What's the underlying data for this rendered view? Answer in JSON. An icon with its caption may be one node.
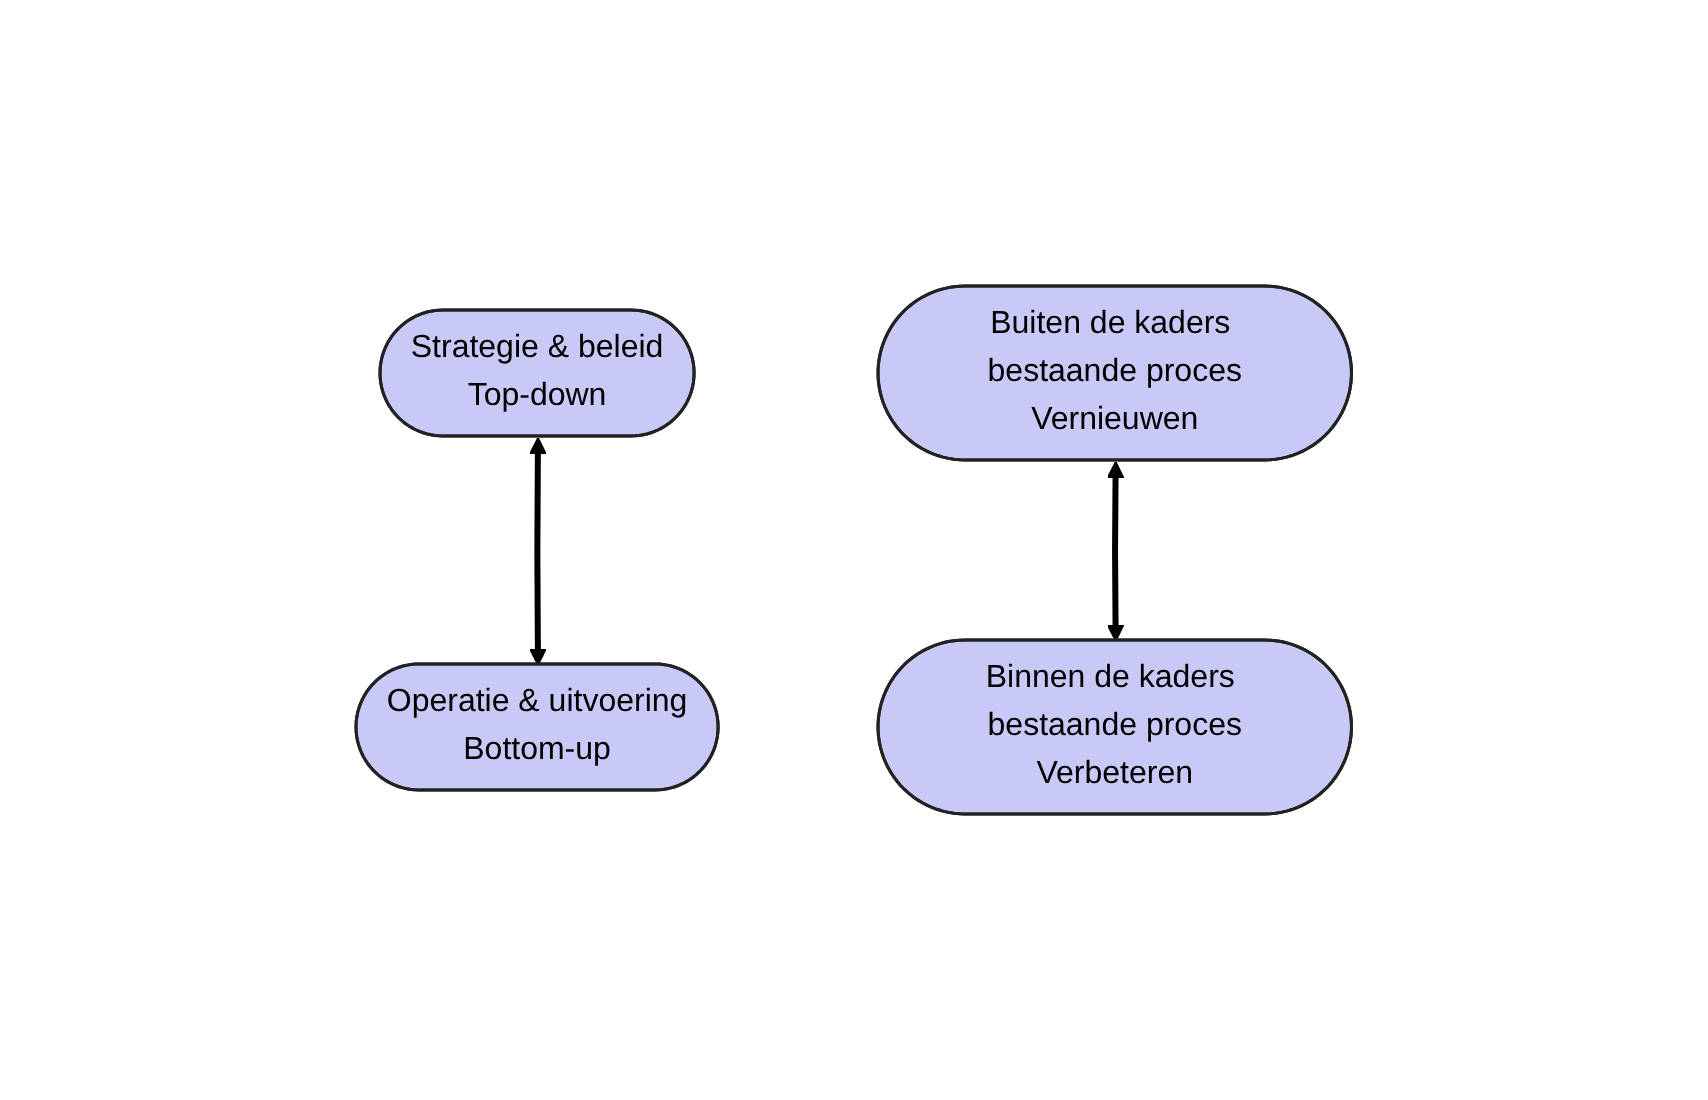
{
  "diagram": {
    "nodes": [
      {
        "text": [
          "Strategie & beleid",
          "Top-down"
        ]
      },
      {
        "text": [
          "Buiten de kaders bestaande proces",
          "Vernieuwen"
        ]
      },
      {
        "text": [
          "Binnen de kaders bestaande proces",
          "Verbeteren"
        ]
      },
      {
        "text": [
          "Operatie & uitvoering",
          "Bottom-up"
        ]
      }
    ],
    "edges": [
      {
        "from": 0,
        "to": 3,
        "arrow": "both"
      },
      {
        "from": 1,
        "to": 2,
        "arrow": "both"
      }
    ]
  }
}
